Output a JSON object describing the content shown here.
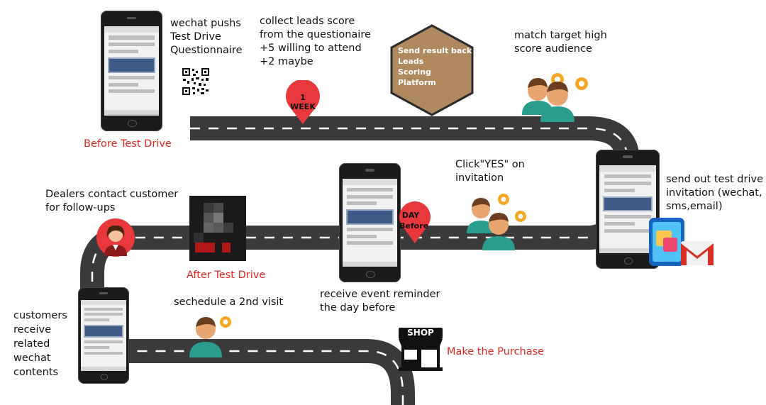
{
  "labels": {
    "wechat_push": "wechat pushs\nTest Drive\nQuestionnaire",
    "collect_leads": "collect leads score\nfrom the questionaire\n+5  willing to attend\n+2  maybe",
    "match_target": "match target high\nscore audience",
    "before_test_drive": "Before Test Drive",
    "send_invitation": "send out test drive\ninvitation (wechat,\nsms,email)",
    "click_yes": "Click\"YES\" on\ninvitation",
    "receive_reminder": "receive event reminder\nthe day before",
    "dealers_contact": "Dealers contact customer\nfor follow-ups",
    "after_test_drive": "After Test Drive",
    "second_visit": "sechedule a 2nd visit",
    "customers_receive": "customers\nreceive\nrelated\nwechat\ncontents",
    "make_purchase": "Make the Purchase"
  },
  "markers": {
    "one_week": "1 WEEK",
    "day_before_line1": "DAY",
    "day_before_line2": "Before"
  },
  "hexagon": {
    "line1": "Send result back to",
    "line2": "Leads",
    "line3": "Scoring",
    "line4": "Platform"
  },
  "shop": {
    "sign": "SHOP"
  },
  "colors": {
    "road": "#3a3a3a",
    "lane": "#ffffff",
    "marker": "#e8383b",
    "hexagon_fill": "#b08a5e",
    "hexagon_border": "#2b2b2b",
    "person_skin": "#e8a770",
    "person_shirt": "#2a9d8f",
    "highlight_text": "#e0281e"
  }
}
